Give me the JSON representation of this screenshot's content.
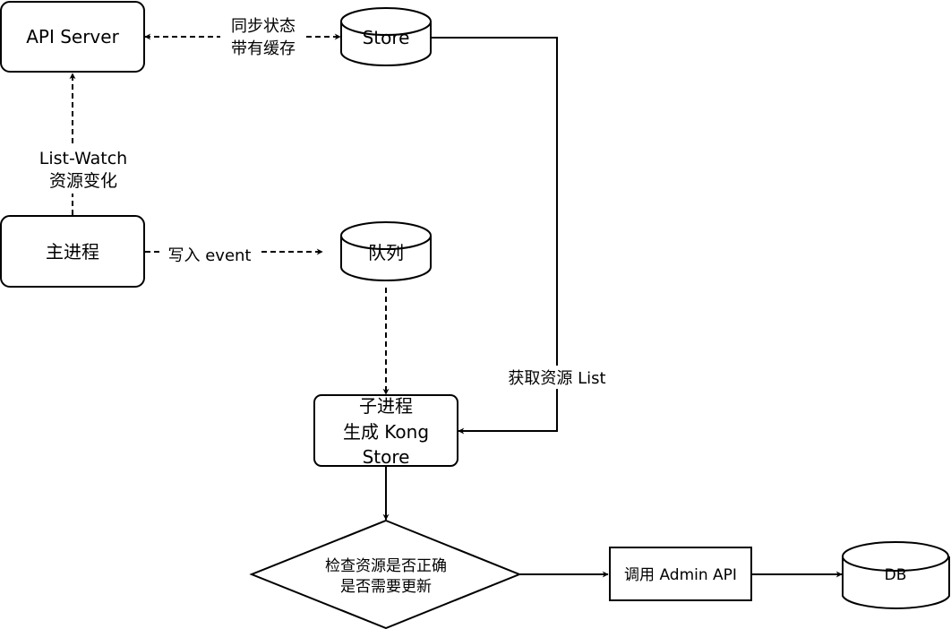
{
  "nodes": {
    "api_server": "API Server",
    "store": "Store",
    "main_process": "主进程",
    "queue": "队列",
    "child_process": [
      "子进程",
      "生成 Kong",
      "Store"
    ],
    "check": [
      "检查资源是否正确",
      "是否需要更新"
    ],
    "admin_api": "调用 Admin API",
    "db": "DB"
  },
  "edges": {
    "sync_state": [
      "同步状态",
      "带有缓存"
    ],
    "list_watch": [
      "List-Watch",
      "资源变化"
    ],
    "write_event": "写入 event",
    "fetch_list": "获取资源 List"
  }
}
